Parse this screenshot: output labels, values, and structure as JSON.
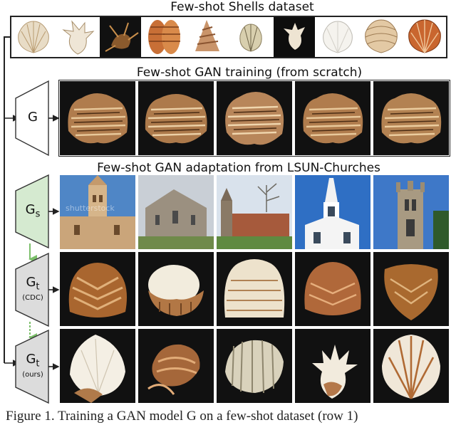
{
  "rows": {
    "dataset_title": "Few-shot Shells dataset",
    "scratch_title": "Few-shot GAN training (from scratch)",
    "adaptation_title": "Few-shot GAN adaptation from LSUN-Churches"
  },
  "generators": {
    "g": "G",
    "gs_main": "G",
    "gs_sub": "s",
    "gt_cdc_main": "G",
    "gt_cdc_sub": "t",
    "gt_cdc_tag": "(CDC)",
    "gt_ours_main": "G",
    "gt_ours_sub": "t",
    "gt_ours_tag": "(ours)"
  },
  "caption": "Figure 1. Training a GAN model G on a few-shot dataset (row 1)",
  "colors": {
    "source_generator": "#d5ead0",
    "target_generator": "#dcdcdc",
    "arrow_green": "#7cbf6b",
    "outline": "#222222"
  },
  "watermark": "shutterstock"
}
